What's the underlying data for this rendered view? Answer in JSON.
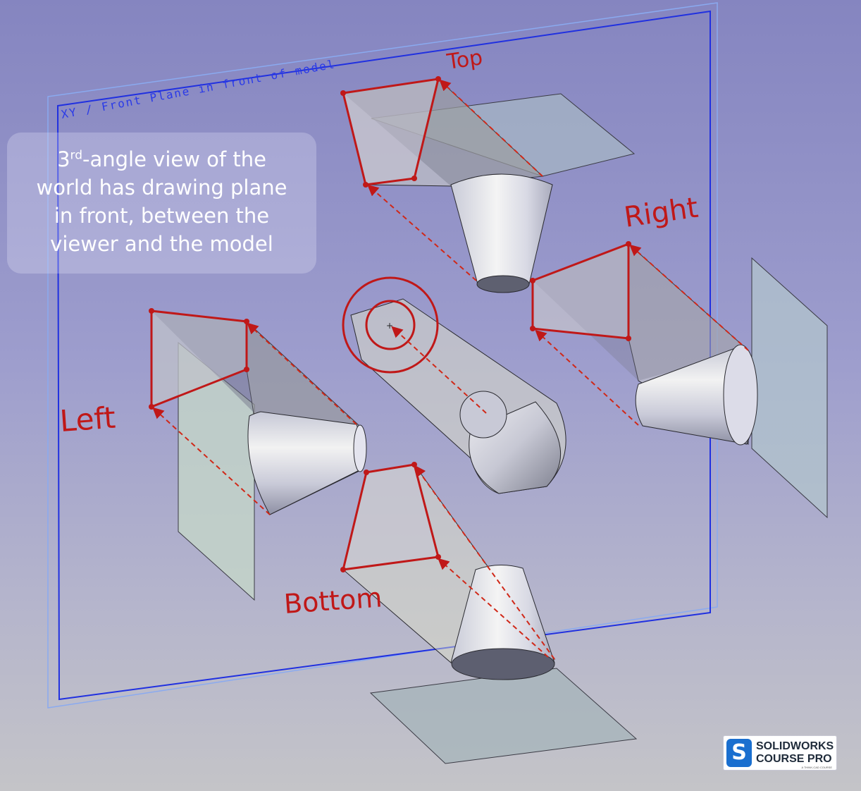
{
  "plane_label": "XY / Front Plane in front of model",
  "callout": {
    "number": "3",
    "superscript": "rd",
    "line1_rest": "-angle view of the",
    "line2": "world has drawing plane",
    "line3": "in front, between the",
    "line4": "viewer and the model"
  },
  "view_labels": {
    "top": "Top",
    "right": "Right",
    "left": "Left",
    "bottom": "Bottom"
  },
  "logo": {
    "line1": "SOLIDWORKS",
    "line2": "COURSE PRO",
    "line3": "A THINK-CAD COURSE",
    "brand_color": "#1a6fcf"
  },
  "colors": {
    "projection_red": "#c01818",
    "plane_blue": "#2030e0",
    "plane_fill": "#b2c0c8"
  }
}
